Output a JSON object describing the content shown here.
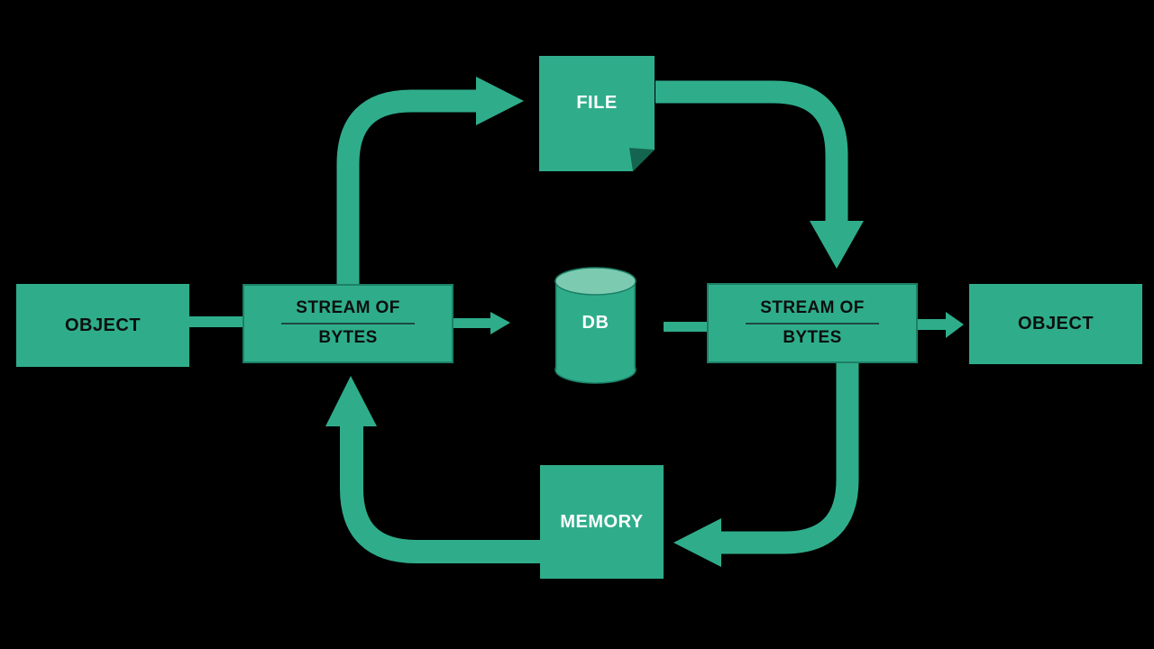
{
  "colors": {
    "green": "#2fad8b",
    "green-light": "#7ccbb1",
    "outline": "#1c8066",
    "fold": "#14654f",
    "divider": "#1c4a40",
    "label-dark": "#0b0f0d",
    "label-light": "#ffffff",
    "bg": "#000000"
  },
  "nodes": {
    "object_left": {
      "label": "OBJECT"
    },
    "stream_left": {
      "line1": "STREAM OF",
      "line2": "BYTES"
    },
    "file": {
      "label": "FILE"
    },
    "db": {
      "label": "DB"
    },
    "stream_right": {
      "line1": "STREAM OF",
      "line2": "BYTES"
    },
    "object_right": {
      "label": "OBJECT"
    },
    "memory": {
      "label": "MEMORY"
    }
  },
  "connectors": {
    "object_to_stream_left": "plain-bar",
    "stream_left_to_file": "curved-arrow-up-right",
    "file_to_stream_right": "curved-arrow-right-down",
    "stream_left_to_db": "arrow-right",
    "db_to_stream_right": "plain-bar",
    "stream_right_to_object": "arrow-right",
    "stream_right_to_memory": "curved-arrow-down-left",
    "memory_to_stream_left": "curved-arrow-left-up"
  }
}
